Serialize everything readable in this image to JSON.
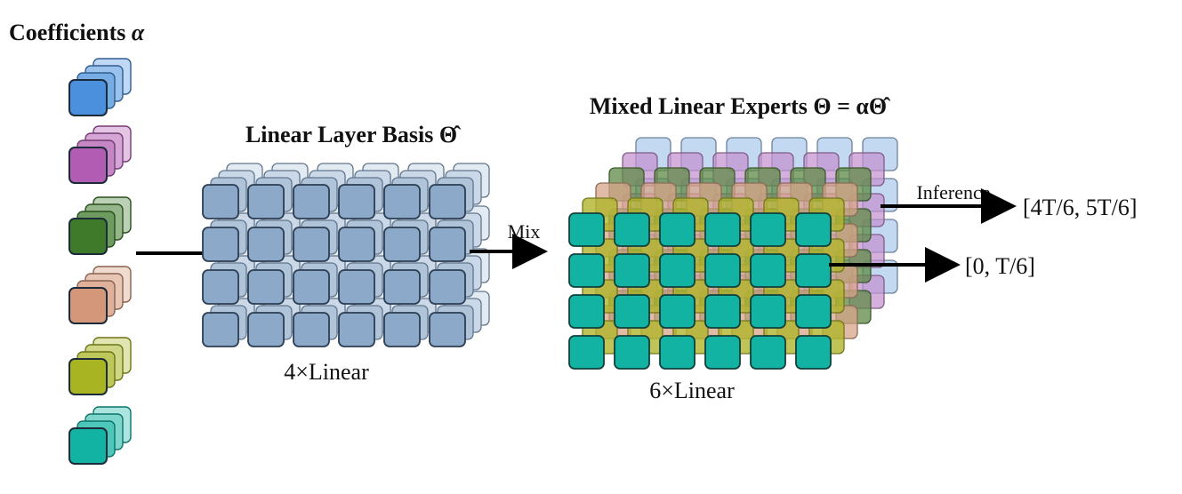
{
  "coefficients": {
    "title_text": "Coefficients",
    "title_symbol": "α",
    "stacks": [
      {
        "name": "blue-coefficient-stack",
        "color": "#4a90dc"
      },
      {
        "name": "magenta-coefficient-stack",
        "color": "#b25db3"
      },
      {
        "name": "green-coefficient-stack",
        "color": "#3e7a2a"
      },
      {
        "name": "peach-coefficient-stack",
        "color": "#d4977a"
      },
      {
        "name": "olive-coefficient-stack",
        "color": "#a8b422"
      },
      {
        "name": "teal-coefficient-stack",
        "color": "#13b3a3"
      }
    ]
  },
  "basis": {
    "title": "Linear Layer Basis Θ̂",
    "caption": "4×Linear",
    "color": "#8ca9c9"
  },
  "mix_label": "Mix",
  "experts": {
    "title": "Mixed Linear Experts Θ = αΘ̂",
    "caption": "6×Linear",
    "layer_colors": [
      "#a9c9ec",
      "#c48fcf",
      "#5d8a45",
      "#d8a488",
      "#b0b52c",
      "#13b3a3"
    ]
  },
  "inference_label": "Inference",
  "outputs": {
    "top": "[4T/6, 5T/6]",
    "bottom": "[0, T/6]"
  }
}
